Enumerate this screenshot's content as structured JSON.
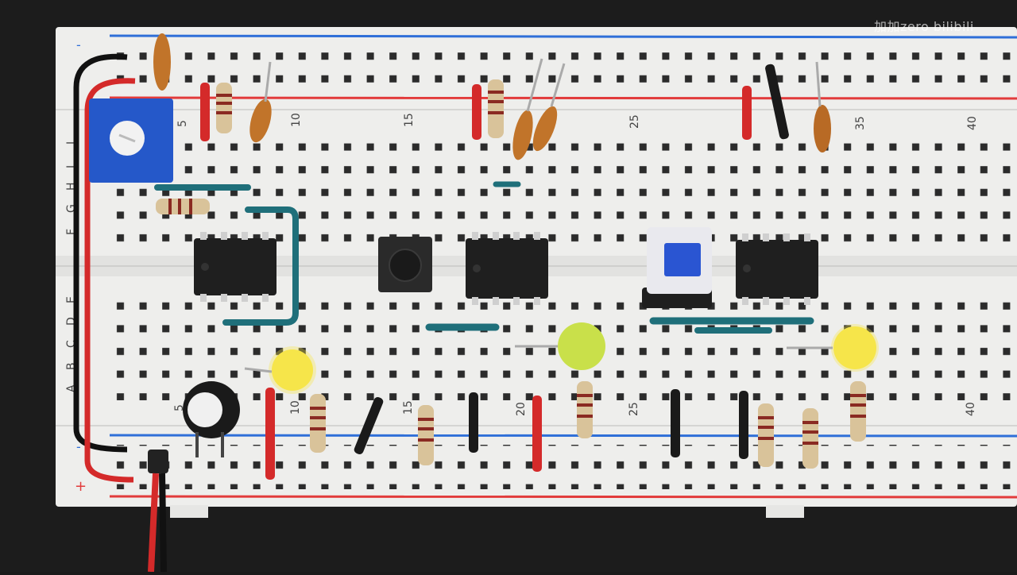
{
  "watermark": {
    "text": "加加zero bilibili"
  },
  "breadboard": {
    "column_numbers_top": [
      "5",
      "10",
      "15",
      "25",
      "35",
      "40"
    ],
    "column_numbers_bottom": [
      "5",
      "10",
      "15",
      "20",
      "25",
      "40"
    ],
    "row_letters_left_top": [
      "J",
      "I",
      "H",
      "G",
      "F"
    ],
    "row_letters_left_bottom": [
      "E",
      "D",
      "C",
      "B",
      "A"
    ],
    "rail_signs": [
      "-",
      "+"
    ]
  },
  "colors": {
    "board": "#eeeeec",
    "blue_rail": "#2f6fd8",
    "red_rail": "#e23b3b",
    "chip": "#1f1f1f",
    "jumper_teal": "#1f6f7a",
    "led_yellow": "#f6e54a",
    "led_green": "#c9e04a"
  },
  "components": {
    "ic_count": 3,
    "led_count": 3,
    "pushbuttons": [
      "black-tactile",
      "blue-tactile"
    ],
    "trimmer_potentiometer": "blue",
    "electrolytic_capacitor": "black"
  }
}
